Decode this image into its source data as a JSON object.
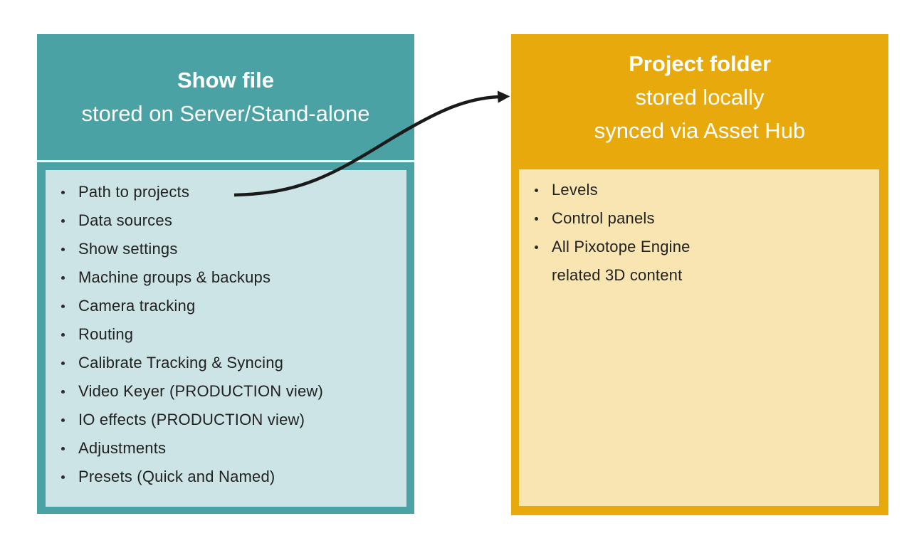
{
  "show_file_box": {
    "title": "Show file",
    "subtitle": "stored on Server/Stand-alone",
    "items": [
      "Path to projects",
      "Data sources",
      "Show settings",
      "Machine groups & backups",
      "Camera tracking",
      "Routing",
      "Calibrate Tracking & Syncing",
      "Video Keyer (PRODUCTION view)",
      "IO effects (PRODUCTION view)",
      "Adjustments",
      "Presets (Quick and Named)"
    ]
  },
  "project_folder_box": {
    "title": "Project folder",
    "subtitle_line1": "stored locally",
    "subtitle_line2": "synced via Asset Hub",
    "items": [
      "Levels",
      "Control panels",
      "All Pixotope Engine\nrelated 3D content"
    ]
  },
  "arrow": {
    "from": "Path to projects",
    "to": "Project folder",
    "color": "#1a1a1a"
  },
  "colors": {
    "teal": "#4aa2a5",
    "teal_light": "#cce4e5",
    "orange": "#e8a90d",
    "orange_light": "#f8e5b1",
    "header_text": "#ffffff",
    "list_text": "#212121"
  }
}
